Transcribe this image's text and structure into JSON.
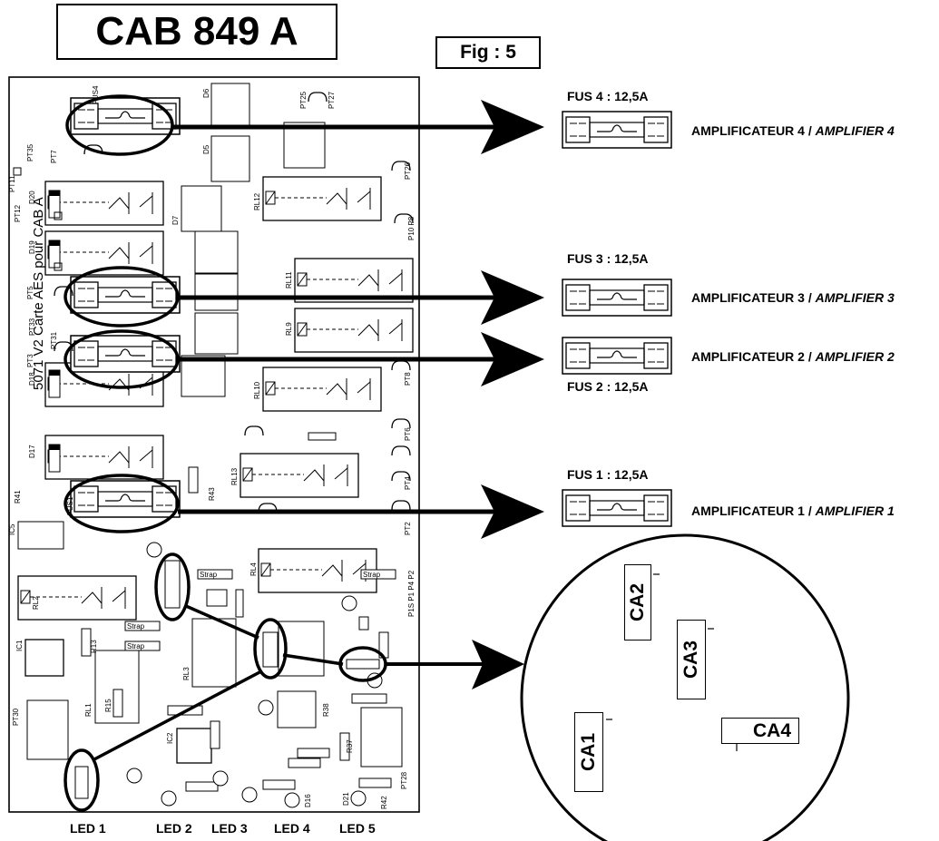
{
  "title": "CAB 849 A",
  "figure": "Fig : 5",
  "board_text": "5071 V2 Carte AES pour CAB A",
  "fuses": [
    {
      "rating": "FUS 4 : 12,5A",
      "amp_fr": "AMPLIFICATEUR 4 / ",
      "amp_en": "AMPLIFIER 4"
    },
    {
      "rating": "FUS 3 : 12,5A",
      "amp_fr": "AMPLIFICATEUR 3 / ",
      "amp_en": "AMPLIFIER 3"
    },
    {
      "rating": "FUS 2 : 12,5A",
      "amp_fr": "AMPLIFICATEUR 2 / ",
      "amp_en": "AMPLIFIER 2"
    },
    {
      "rating": "FUS 1 : 12,5A",
      "amp_fr": "AMPLIFICATEUR 1 / ",
      "amp_en": "AMPLIFIER 1"
    }
  ],
  "leds": [
    "LED 1",
    "LED 2",
    "LED 3",
    "LED 4",
    "LED 5"
  ],
  "capacitors": [
    "CA1",
    "CA2",
    "CA3",
    "CA4"
  ],
  "pcb_labels": {
    "fus1": "FUS1",
    "fus4": "FUS4",
    "d5": "D5",
    "d6": "D6",
    "d7": "D7",
    "d20": "D20",
    "d19": "D19",
    "d18": "D18",
    "d17": "D17",
    "rl12": "RL12",
    "rl11": "RL11",
    "rl9": "RL9",
    "rl10": "RL10",
    "rl13": "RL13",
    "rl4": "RL4",
    "rl2": "RL2",
    "rl1": "RL1",
    "rl3": "RL3",
    "ic1": "IC1",
    "ic2": "IC2",
    "ic5": "IC5",
    "strap": "Strap",
    "pt35": "PT35",
    "pt7": "PT7",
    "pt11": "PT11",
    "pt12": "PT12",
    "pt25": "PT25",
    "pt27": "PT27",
    "pt26": "PT26",
    "p10p8": "P10 P8",
    "pt5": "PT5",
    "pt33": "PT33",
    "pt31": "PT31",
    "pt3": "PT3",
    "pt8": "PT8",
    "pt6": "PT6",
    "pt4": "PT4",
    "pt2": "PT2",
    "p1sp1": "P1S P1 P4 P2",
    "r41": "R41",
    "r43": "R43",
    "pt30": "PT30",
    "pt28": "PT28",
    "r13": "R13",
    "r15": "R15",
    "r42": "R42",
    "d21": "D21",
    "d16": "D16",
    "r37": "R37",
    "r38": "R38"
  }
}
